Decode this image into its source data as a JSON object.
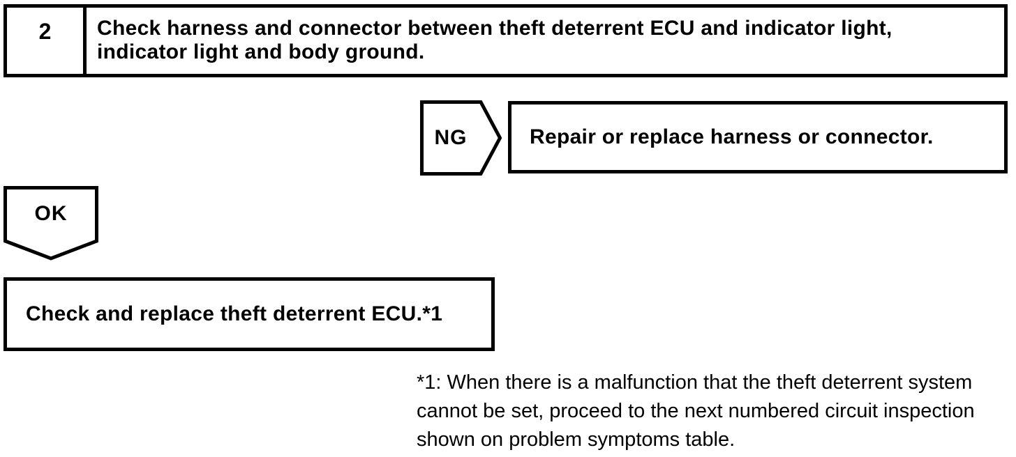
{
  "colors": {
    "ink": "#000000",
    "paper": "#ffffff"
  },
  "flowchart": {
    "step": {
      "number": "2",
      "instruction": "Check harness and connector between theft deterrent ECU and indicator light,\nindicator light and body ground."
    },
    "ng": {
      "label": "NG",
      "action": "Repair or replace harness or connector."
    },
    "ok": {
      "label": "OK",
      "action": "Check and replace theft deterrent ECU.*1"
    },
    "footnote": "*1: When there is a malfunction that the theft deterrent system\ncannot be set, proceed to the next numbered circuit inspection\nshown on problem symptoms table."
  }
}
